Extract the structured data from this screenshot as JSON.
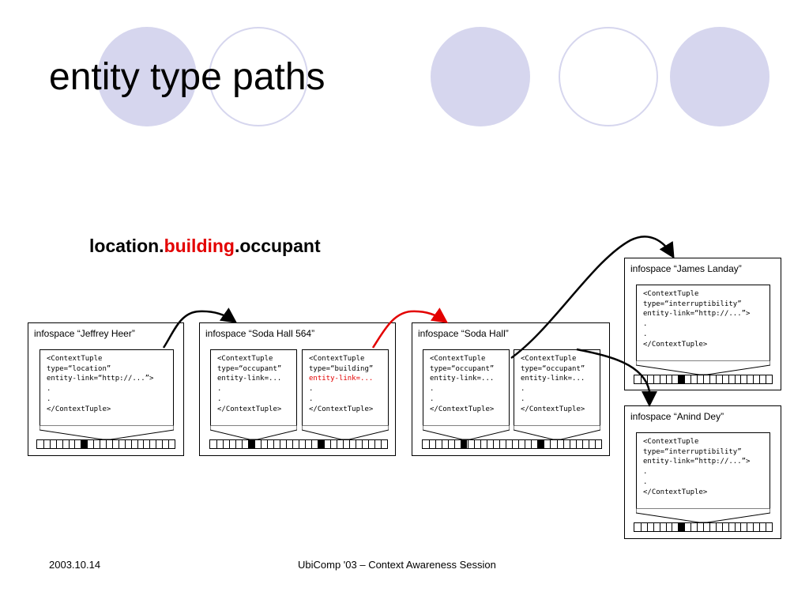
{
  "slide": {
    "title": "entity type paths",
    "path_expression": {
      "prefix": "location.",
      "highlight": "building",
      "suffix": ".occupant"
    },
    "footer": {
      "date": "2003.10.14",
      "session": "UbiComp '03 – Context Awareness Session"
    }
  },
  "colors": {
    "highlight": "#e30000",
    "decor": "#d6d6ee"
  },
  "infospaces": [
    {
      "id": "jeffrey",
      "label": "infospace “Jeffrey Heer”",
      "tuples": [
        {
          "line1": "<ContextTuple",
          "line2": "type=“location”",
          "line3": "entity-link=“http://...”>",
          "line4": ".",
          "line5": ".",
          "line6": "</ContextTuple>",
          "highlight_line": 0
        }
      ]
    },
    {
      "id": "soda564",
      "label": "infospace “Soda Hall 564”",
      "tuples": [
        {
          "line1": "<ContextTuple",
          "line2": "type=“occupant”",
          "line3": "entity-link=...",
          "line4": ".",
          "line5": ".",
          "line6": "</ContextTuple>",
          "highlight_line": 0
        },
        {
          "line1": "<ContextTuple",
          "line2": "type=“building”",
          "line3": "entity-link=...",
          "line4": ".",
          "line5": ".",
          "line6": "</ContextTuple>",
          "highlight_line": 3
        }
      ]
    },
    {
      "id": "sodahall",
      "label": "infospace “Soda Hall”",
      "tuples": [
        {
          "line1": "<ContextTuple",
          "line2": "type=“occupant”",
          "line3": "entity-link=...",
          "line4": ".",
          "line5": ".",
          "line6": "</ContextTuple>",
          "highlight_line": 0
        },
        {
          "line1": "<ContextTuple",
          "line2": "type=“occupant”",
          "line3": "entity-link=...",
          "line4": ".",
          "line5": ".",
          "line6": "</ContextTuple>",
          "highlight_line": 0
        }
      ]
    },
    {
      "id": "landay",
      "label": "infospace “James Landay”",
      "tuples": [
        {
          "line1": "<ContextTuple",
          "line2": "type=“interruptibility”",
          "line3": "entity-link=“http://...”>",
          "line4": ".",
          "line5": ".",
          "line6": "</ContextTuple>",
          "highlight_line": 0
        }
      ]
    },
    {
      "id": "dey",
      "label": "infospace “Anind Dey”",
      "tuples": [
        {
          "line1": "<ContextTuple",
          "line2": "type=“interruptibility”",
          "line3": "entity-link=“http://...”>",
          "line4": ".",
          "line5": ".",
          "line6": "</ContextTuple>",
          "highlight_line": 0
        }
      ]
    }
  ],
  "links": [
    {
      "from": "jeffrey",
      "to": "soda564",
      "color": "#000000"
    },
    {
      "from": "soda564",
      "to": "sodahall",
      "color": "#e30000"
    },
    {
      "from": "sodahall",
      "to": "landay",
      "color": "#000000"
    },
    {
      "from": "sodahall",
      "to": "dey",
      "color": "#000000"
    }
  ]
}
